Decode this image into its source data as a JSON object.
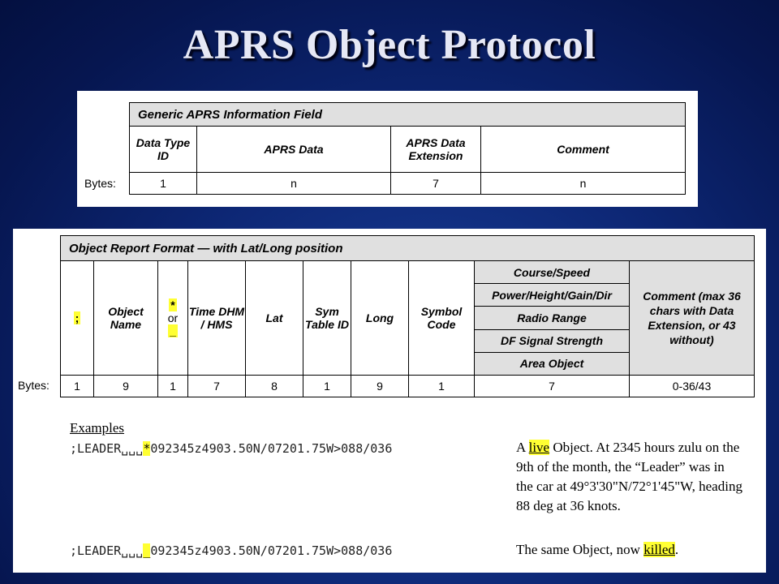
{
  "title": "APRS Object Protocol",
  "generic": {
    "header": "Generic APRS Information Field",
    "columns": [
      "Data Type ID",
      "APRS Data",
      "APRS Data Extension",
      "Comment"
    ],
    "bytes_label": "Bytes:",
    "bytes": [
      "1",
      "n",
      "7",
      "n"
    ]
  },
  "object": {
    "header": "Object Report Format — with Lat/Long position",
    "col_semicolon": ";",
    "col_name": "Object Name",
    "col_live_star": "*",
    "col_live_or": "or",
    "col_live_kill": "_",
    "col_time": "Time DHM / HMS",
    "col_lat": "Lat",
    "col_symtable": "Sym Table ID",
    "col_long": "Long",
    "col_symcode": "Symbol Code",
    "ext_options": [
      "Course/Speed",
      "Power/Height/Gain/Dir",
      "Radio Range",
      "DF Signal Strength",
      "Area Object"
    ],
    "comment_col": "Comment (max 36 chars with Data Extension, or 43 without)",
    "bytes_label": "Bytes:",
    "bytes": [
      "1",
      "9",
      "1",
      "7",
      "8",
      "1",
      "9",
      "1",
      "7",
      "0-36/43"
    ]
  },
  "examples": {
    "heading": "Examples",
    "ex1": {
      "pre": ";LEADER␣␣␣",
      "mark": "*",
      "post": "092345z4903.50N/07201.75W>088/036",
      "desc_a": "A ",
      "desc_hl": "live",
      "desc_b": " Object. At 2345 hours zulu on the 9th of the month, the “Leader” was in the car at 49°3'30\"N/72°1'45\"W, heading 88 deg at 36 knots."
    },
    "ex2": {
      "pre": ";LEADER␣␣␣",
      "mark": "_",
      "post": "092345z4903.50N/07201.75W>088/036",
      "desc_a": "The same Object, now ",
      "desc_hl": "killed",
      "desc_b": "."
    }
  }
}
